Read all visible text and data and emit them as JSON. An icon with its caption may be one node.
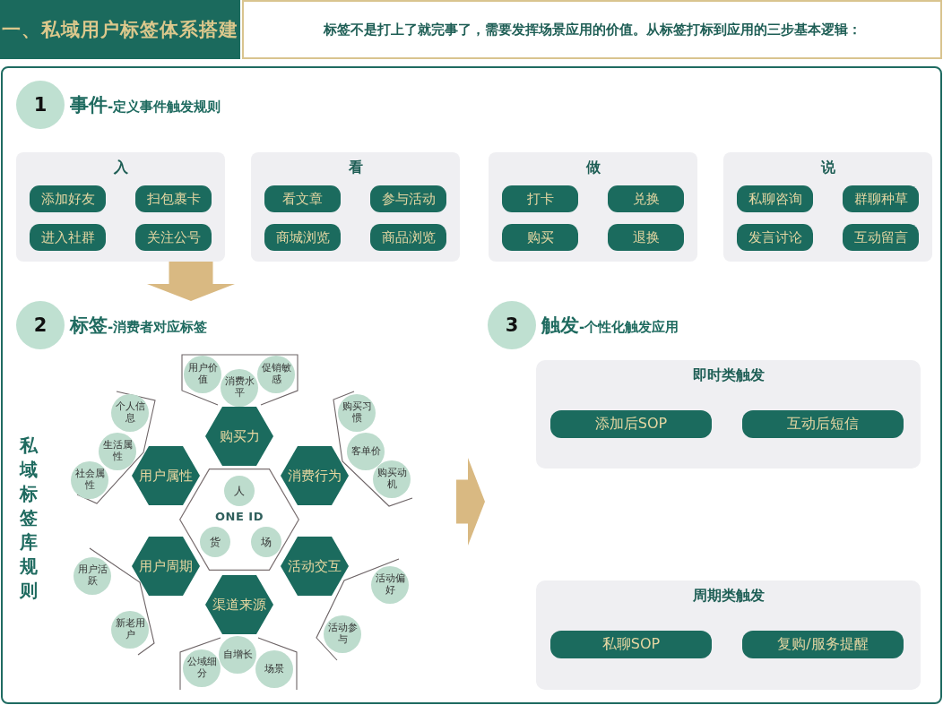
{
  "diagram": {
    "nodes": [
      {
        "text": [
          "一、私域用户标签体系搭建"
        ]
      },
      {
        "text": [
          "标签不是打上了就完事了，需要发挥场景应用的价值。从标签打标到应用的三步基本逻辑："
        ]
      },
      {
        "text": [],
        "shape": "box"
      },
      {
        "text": [
          "1",
          "**事件**-定义事件触发规则"
        ],
        "in": 2
      },
      {
        "text": [
          "入"
        ],
        "in": 2
      },
      {
        "text": [
          "添加好友"
        ],
        "in": 4
      },
      {
        "text": [
          "扫包裹卡"
        ],
        "in": 4
      },
      {
        "text": [
          "进入社群"
        ],
        "in": 4
      },
      {
        "text": [
          "关注公号"
        ],
        "in": 4
      },
      {
        "text": [
          "看"
        ],
        "in": 2
      },
      {
        "text": [
          "看文章"
        ],
        "in": 9
      },
      {
        "text": [
          "参与活动"
        ],
        "in": 9
      },
      {
        "text": [
          "商城浏览"
        ],
        "in": 9
      },
      {
        "text": [
          "商品浏览"
        ],
        "in": 9
      },
      {
        "text": [
          "做"
        ],
        "in": 2
      },
      {
        "text": [
          "打卡"
        ],
        "in": 14
      },
      {
        "text": [
          "兑换"
        ],
        "in": 14
      },
      {
        "text": [
          "购买"
        ],
        "in": 14
      },
      {
        "text": [
          "退换"
        ],
        "in": 14
      },
      {
        "text": [
          "说"
        ],
        "in": 2
      },
      {
        "text": [
          "私聊咨询"
        ],
        "in": 19
      },
      {
        "text": [
          "群聊种草"
        ],
        "in": 19
      },
      {
        "text": [
          "发言讨论"
        ],
        "in": 19
      },
      {
        "text": [
          "互动留言"
        ],
        "in": 19
      },
      {
        "text": [
          "2",
          "**标签**-消费者对应标签"
        ],
        "in": 2
      },
      {
        "text": [
          "3",
          "**触发**-个性化触发应用"
        ],
        "in": 2
      },
      {
        "text": [
          "用户价值"
        ],
        "in": 2
      },
      {
        "text": [
          "消费水平"
        ],
        "in": 2
      },
      {
        "text": [
          "促销敏感"
        ],
        "in": 2
      },
      {
        "text": [
          "购买力"
        ],
        "in": 2
      },
      {
        "text": [
          "个人信息"
        ],
        "in": 2
      },
      {
        "text": [
          "生活属性"
        ],
        "in": 2
      },
      {
        "text": [
          "社会属性"
        ],
        "in": 2
      },
      {
        "text": [
          "用户属性"
        ],
        "in": 2
      },
      {
        "text": [
          "购买习惯"
        ],
        "in": 2
      },
      {
        "text": [
          "客单价"
        ],
        "in": 2
      },
      {
        "text": [
          "购买动机"
        ],
        "in": 2
      },
      {
        "text": [
          "消费行为"
        ],
        "in": 2
      },
      {
        "text": [
          "ONE ID"
        ],
        "in": 2
      },
      {
        "text": [
          "人"
        ],
        "in": 38
      },
      {
        "text": [
          "货"
        ],
        "in": 38
      },
      {
        "text": [
          "场"
        ],
        "in": 38
      },
      {
        "text": [
          "用户周期"
        ],
        "in": 2
      },
      {
        "text": [
          "用户活跃"
        ],
        "in": 2
      },
      {
        "text": [
          "新老用户"
        ],
        "in": 2
      },
      {
        "text": [
          "活动交互"
        ],
        "in": 2
      },
      {
        "text": [
          "活动偏好"
        ],
        "in": 2
      },
      {
        "text": [
          "活动参与"
        ],
        "in": 2
      },
      {
        "text": [
          "渠道来源"
        ],
        "in": 2
      },
      {
        "text": [
          "公域细分"
        ],
        "in": 2
      },
      {
        "text": [
          "自增长"
        ],
        "in": 2
      },
      {
        "text": [
          "场景"
        ],
        "in": 2
      },
      {
        "text": [
          "即时类触发"
        ],
        "in": 2
      },
      {
        "text": [
          "添加后SOP"
        ],
        "in": 52
      },
      {
        "text": [
          "互动后短信"
        ],
        "in": 52
      },
      {
        "text": [
          "周期类触发"
        ],
        "in": 2
      },
      {
        "text": [
          "私聊SOP"
        ],
        "in": 55
      },
      {
        "text": [
          "复购/服务提醒"
        ],
        "in": 55
      }
    ],
    "edges": [
      {
        "from": 4,
        "to": 24,
        "arrow": "to",
        "style": "thick",
        "color": "#d9b982"
      }
    ],
    "labels": [
      "私域标签库规则"
    ]
  }
}
